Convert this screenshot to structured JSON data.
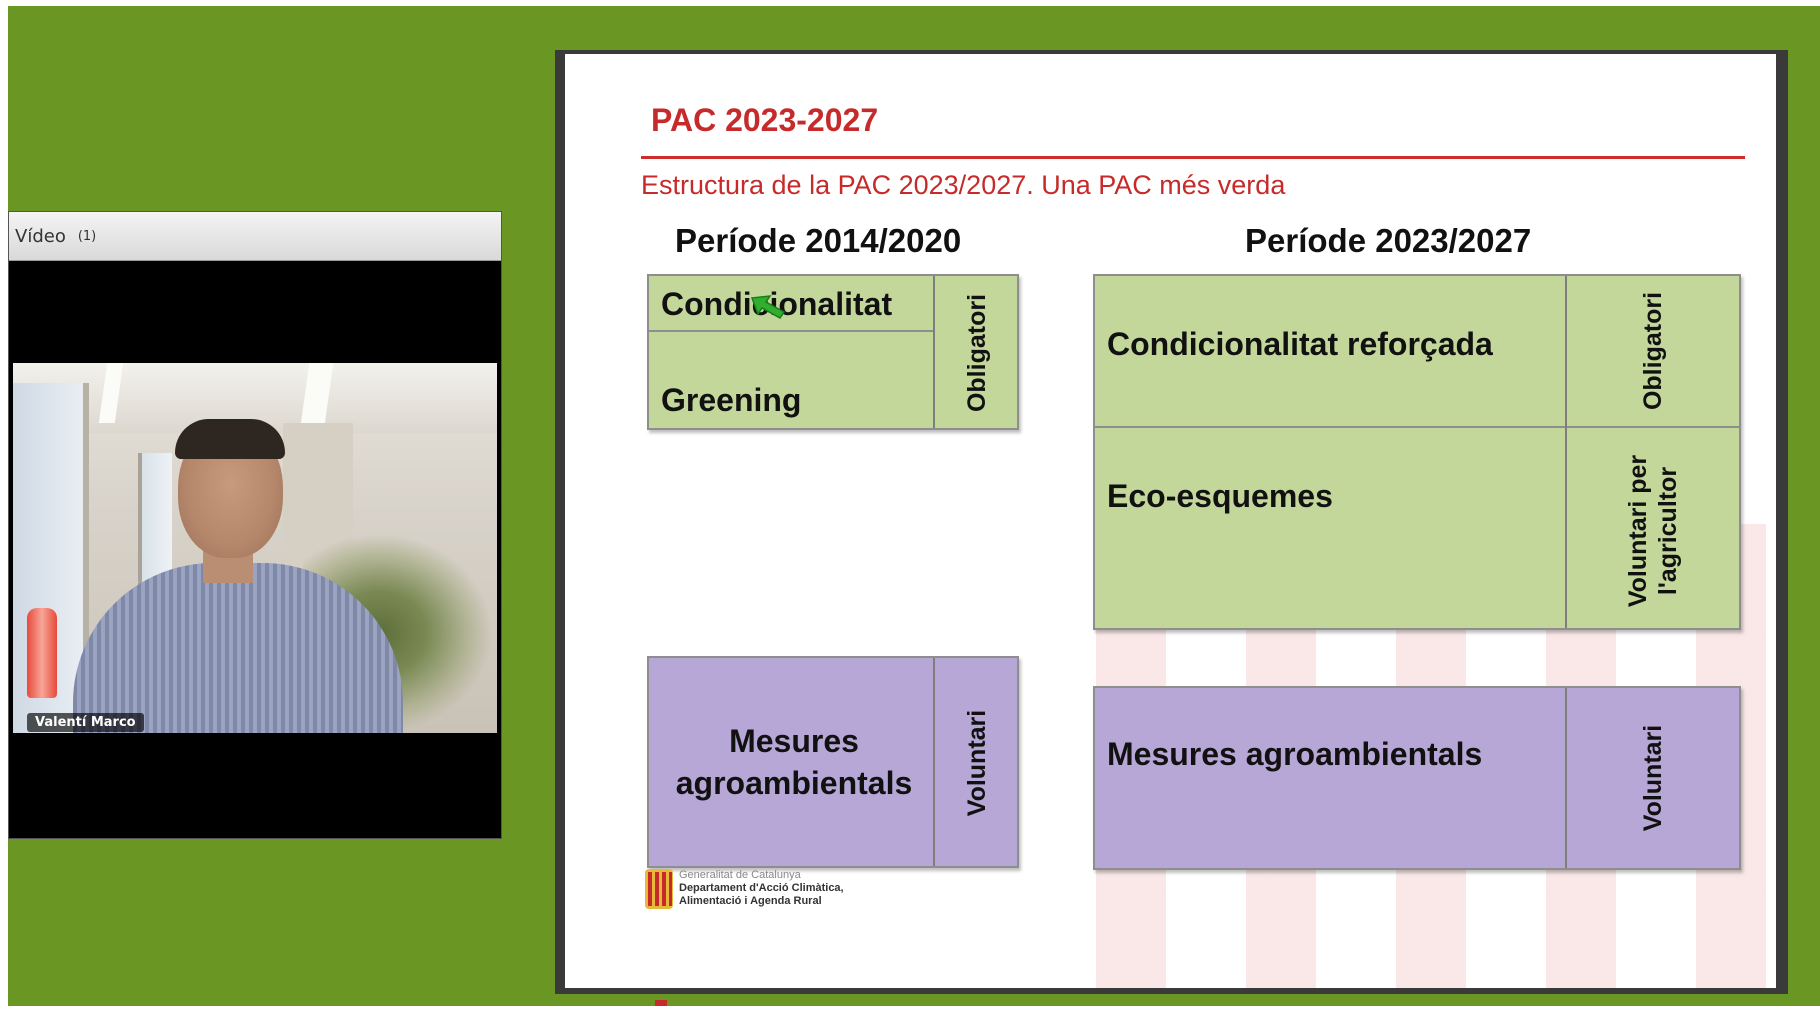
{
  "video": {
    "title": "Vídeo",
    "count": "(1)",
    "participant_name": "Valentí Marco"
  },
  "slide": {
    "title": "PAC 2023-2027",
    "subtitle": "Estructura de la PAC 2023/2027. Una PAC més verda",
    "left": {
      "period_label": "Període 2014/2020",
      "row1": "Condicionalitat",
      "row2": "Greening",
      "mandatory_tag": "Obligatori",
      "measures": "Mesures agroambientals",
      "voluntary_tag": "Voluntari"
    },
    "right": {
      "period_label": "Període 2023/2027",
      "row1": "Condicionalitat reforçada",
      "mandatory_tag": "Obligatori",
      "row2": "Eco-esquemes",
      "farmer_tag_line1": "Voluntari per",
      "farmer_tag_line2": "l'agricultor",
      "measures": "Mesures agroambientals",
      "voluntary_tag": "Voluntari"
    },
    "logo": {
      "line1": "Generalitat de Catalunya",
      "line2": "Departament d'Acció Climàtica,",
      "line3": "Alimentació i Agenda Rural"
    }
  },
  "colors": {
    "background_green": "#6a9724",
    "slide_red": "#c62a2a",
    "cell_green": "#c4d79b",
    "cell_purple": "#b7a7d6"
  },
  "icons": {
    "cursor": "green-pointer-icon",
    "logo": "generalitat-logo-icon"
  }
}
